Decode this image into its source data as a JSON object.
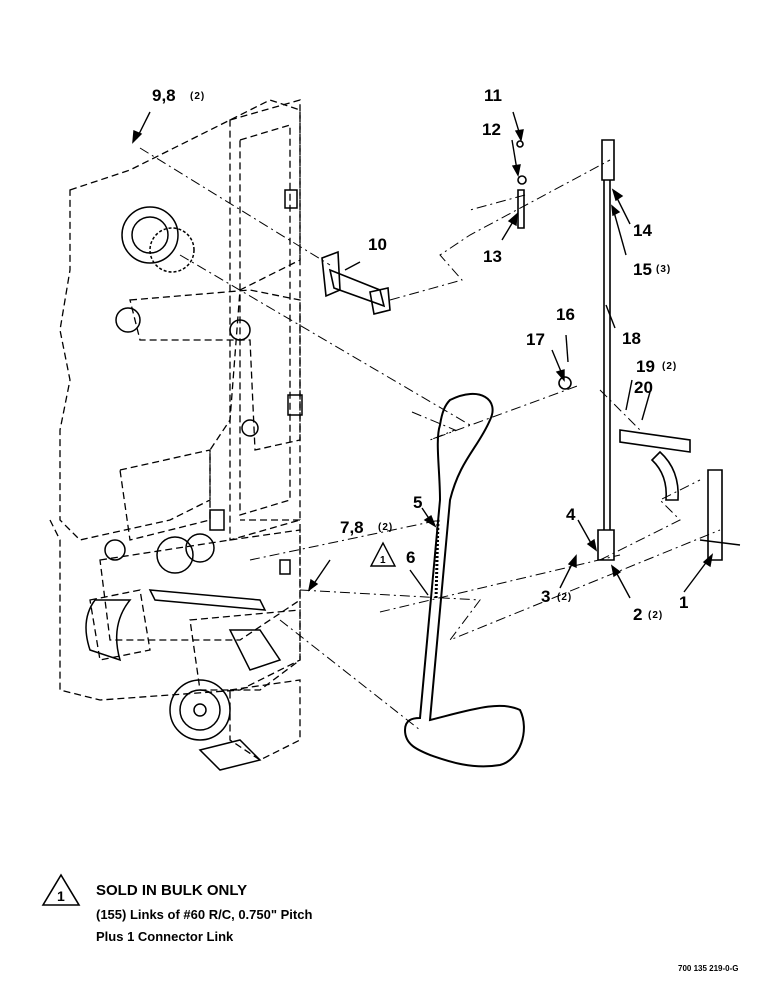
{
  "callouts": {
    "c98a": {
      "label": "9,8",
      "qty": "(2)"
    },
    "c11": {
      "label": "11"
    },
    "c12": {
      "label": "12"
    },
    "c10": {
      "label": "10"
    },
    "c13": {
      "label": "13"
    },
    "c14": {
      "label": "14"
    },
    "c15": {
      "label": "15",
      "qty": "(3)"
    },
    "c16": {
      "label": "16"
    },
    "c17": {
      "label": "17"
    },
    "c18": {
      "label": "18"
    },
    "c19": {
      "label": "19",
      "qty": "(2)"
    },
    "c20": {
      "label": "20"
    },
    "c5": {
      "label": "5"
    },
    "c4": {
      "label": "4"
    },
    "c78": {
      "label": "7,8",
      "qty": "(2)"
    },
    "c6": {
      "label": "6"
    },
    "c6note": {
      "label": "1"
    },
    "c3": {
      "label": "3",
      "qty": "(2)"
    },
    "c2": {
      "label": "2",
      "qty": "(2)"
    },
    "c1": {
      "label": "1"
    }
  },
  "note": {
    "symbol": "1",
    "title": "SOLD IN BULK ONLY",
    "line1": "(155) Links of #60 R/C, 0.750\" Pitch",
    "line2": "Plus 1 Connector Link"
  },
  "drawing_number": "700 135 219-0-G"
}
